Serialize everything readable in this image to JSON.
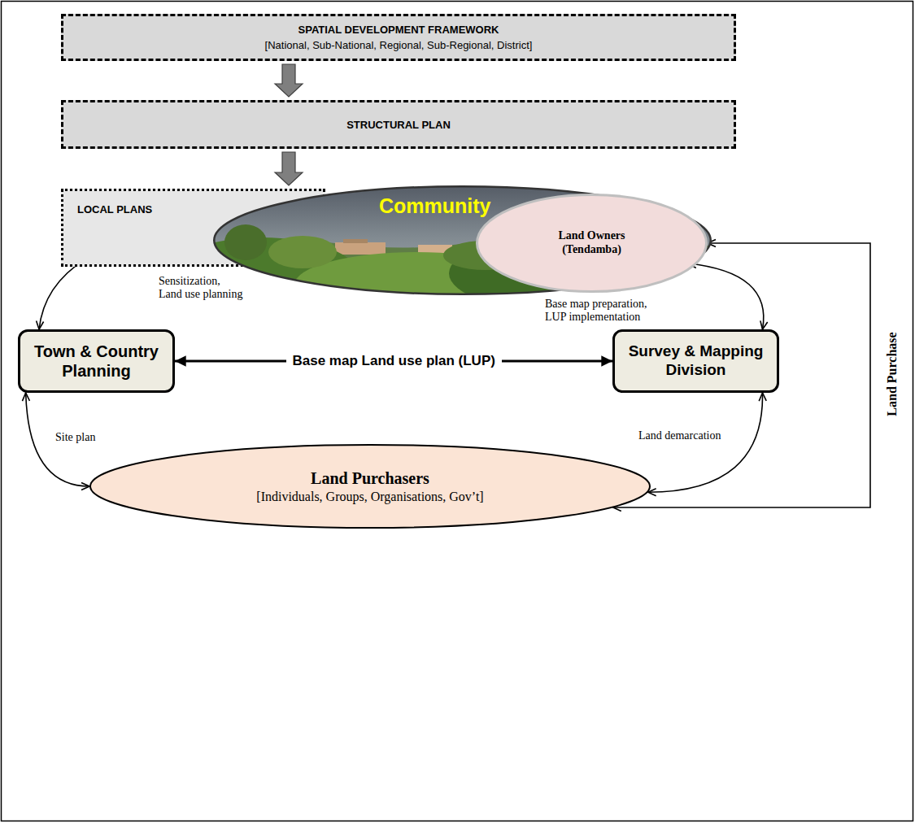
{
  "diagram": {
    "nodes": [
      {
        "text": [
          "SPATIAL DEVELOPMENT FRAMEWORK",
          "[National, Sub-National, Regional, Sub-Regional, District]"
        ]
      },
      {
        "text": [
          "STRUCTURAL PLAN"
        ]
      },
      {
        "text": [
          "LOCAL PLANS"
        ]
      },
      {
        "text": [
          "Community"
        ]
      },
      {
        "text": [
          "Land Owners (Tendamba)"
        ],
        "in": 3
      },
      {
        "text": [
          "Town & Country Planning"
        ]
      },
      {
        "text": [
          "Survey & Mapping Division"
        ]
      },
      {
        "text": [
          "Land Purchasers",
          "[Individuals, Groups, Organisations, Gov’t]"
        ]
      }
    ],
    "edges": [
      {
        "from": 0,
        "to": 1,
        "arrow": "to"
      },
      {
        "from": 1,
        "to": 2,
        "arrow": "to"
      },
      {
        "from": 5,
        "to": 3,
        "label": "Sensitization, Land use planning",
        "arrow": "both"
      },
      {
        "from": 5,
        "to": 6,
        "label": "Base map Land use plan (LUP)",
        "arrow": "both"
      },
      {
        "from": 6,
        "to": 3,
        "label": "Base map preparation, LUP implementation",
        "arrow": "both"
      },
      {
        "from": 5,
        "to": 7,
        "label": "Site plan",
        "arrow": "both"
      },
      {
        "from": 6,
        "to": 7,
        "label": "Land demarcation",
        "arrow": "both"
      },
      {
        "from": 7,
        "to": 4,
        "label": "Land Purchase",
        "arrow": "both"
      }
    ]
  }
}
